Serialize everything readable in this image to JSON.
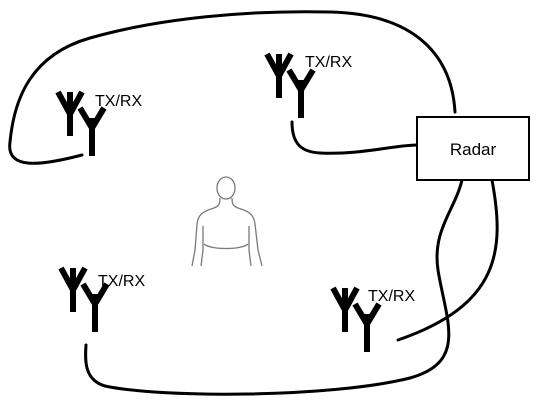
{
  "diagram": {
    "radar_label": "Radar",
    "antenna_labels": [
      "TX/RX",
      "TX/RX",
      "TX/RX",
      "TX/RX"
    ],
    "colors": {
      "stroke": "#000000",
      "background": "#ffffff",
      "person_outline": "#7a7a7a"
    },
    "icons": [
      "antenna-pair-icon",
      "person-icon"
    ]
  }
}
